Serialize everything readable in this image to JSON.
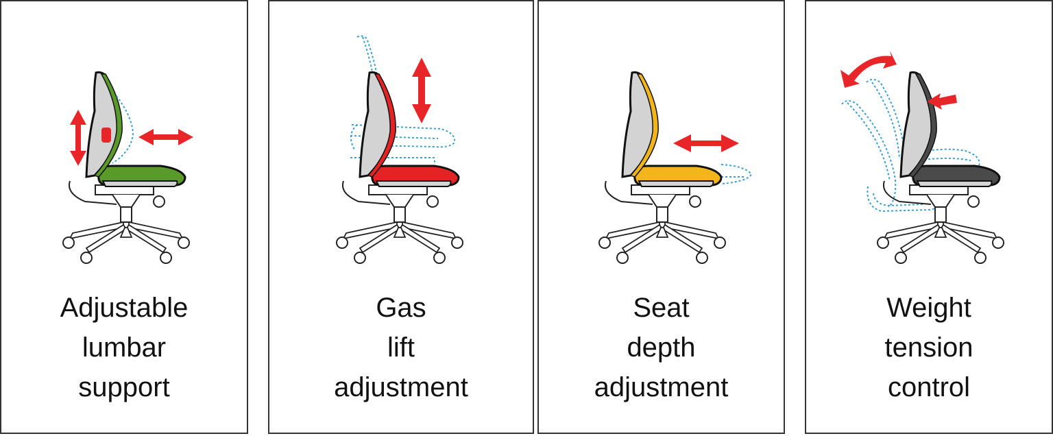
{
  "colors": {
    "arrow": "#e8262a",
    "dotted_outline": "#3aa0d0",
    "frame_gray": "#d3d3d3",
    "outline": "#111111",
    "panel_border": "#333333"
  },
  "panels": [
    {
      "id": "lumbar",
      "accent": "#5a9a2a",
      "caption_lines": [
        "Adjustable",
        "lumbar",
        "support"
      ],
      "icons": [
        "chair-icon",
        "vertical-double-arrow-icon",
        "horizontal-double-arrow-icon",
        "lumbar-pad-icon"
      ]
    },
    {
      "id": "gas-lift",
      "accent": "#e42424",
      "caption_lines": [
        "Gas",
        "lift",
        "adjustment"
      ],
      "icons": [
        "chair-icon",
        "vertical-double-arrow-icon"
      ]
    },
    {
      "id": "seat-depth",
      "accent": "#f2b51a",
      "caption_lines": [
        "Seat",
        "depth",
        "adjustment"
      ],
      "icons": [
        "chair-icon",
        "horizontal-double-arrow-icon"
      ]
    },
    {
      "id": "weight-tension",
      "accent": "#4a4a4a",
      "caption_lines": [
        "Weight",
        "tension",
        "control"
      ],
      "icons": [
        "chair-icon",
        "curved-double-arrow-icon",
        "left-arrow-icon"
      ]
    }
  ]
}
